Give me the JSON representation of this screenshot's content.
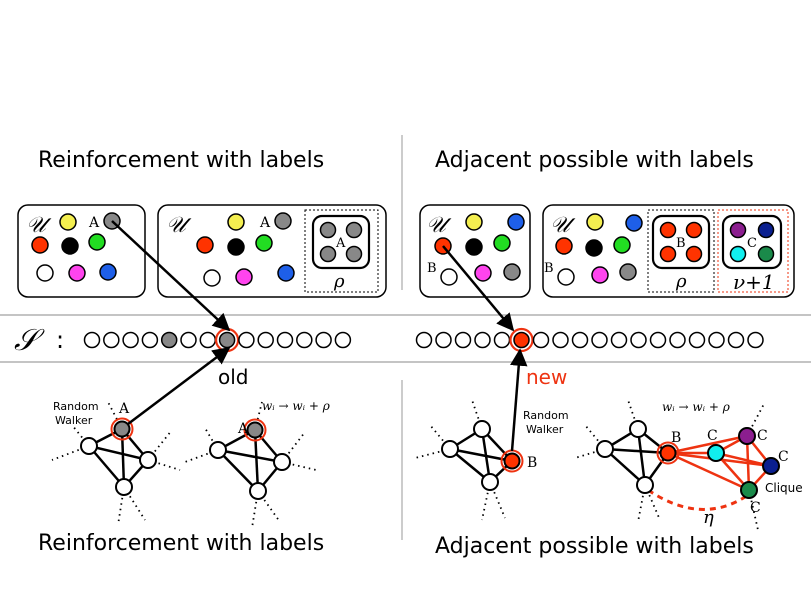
{
  "titles": {
    "top_left": "Reinforcement with labels",
    "top_right": "Adjacent possible with labels",
    "bottom_left": "Reinforcement with labels",
    "bottom_right": "Adjacent possible with labels"
  },
  "urn": {
    "symbol": "𝒰",
    "rho": "ρ",
    "nu_plus_one": "ν+1"
  },
  "labels": {
    "A": "A",
    "B": "B",
    "C": "C"
  },
  "sequence": {
    "symbol": "𝒮",
    "colon": ":",
    "old": "old",
    "new": "new"
  },
  "graph": {
    "random_walker_line1": "Random",
    "random_walker_line2": "Walker",
    "weight_update": "wᵢ → wᵢ + ρ",
    "clique": "Clique",
    "eta": "η"
  },
  "colors": {
    "yellow": "#f4ef50",
    "red": "#ff3300",
    "black": "#000000",
    "green": "#22dd22",
    "blue": "#1e5fe8",
    "magenta": "#ff44ee",
    "gray": "#888888",
    "purple": "#8b1e8f",
    "cyan": "#11eeee",
    "navy": "#0a1f8f",
    "teal": "#1a8a4a",
    "highlight": "#ee3311"
  }
}
